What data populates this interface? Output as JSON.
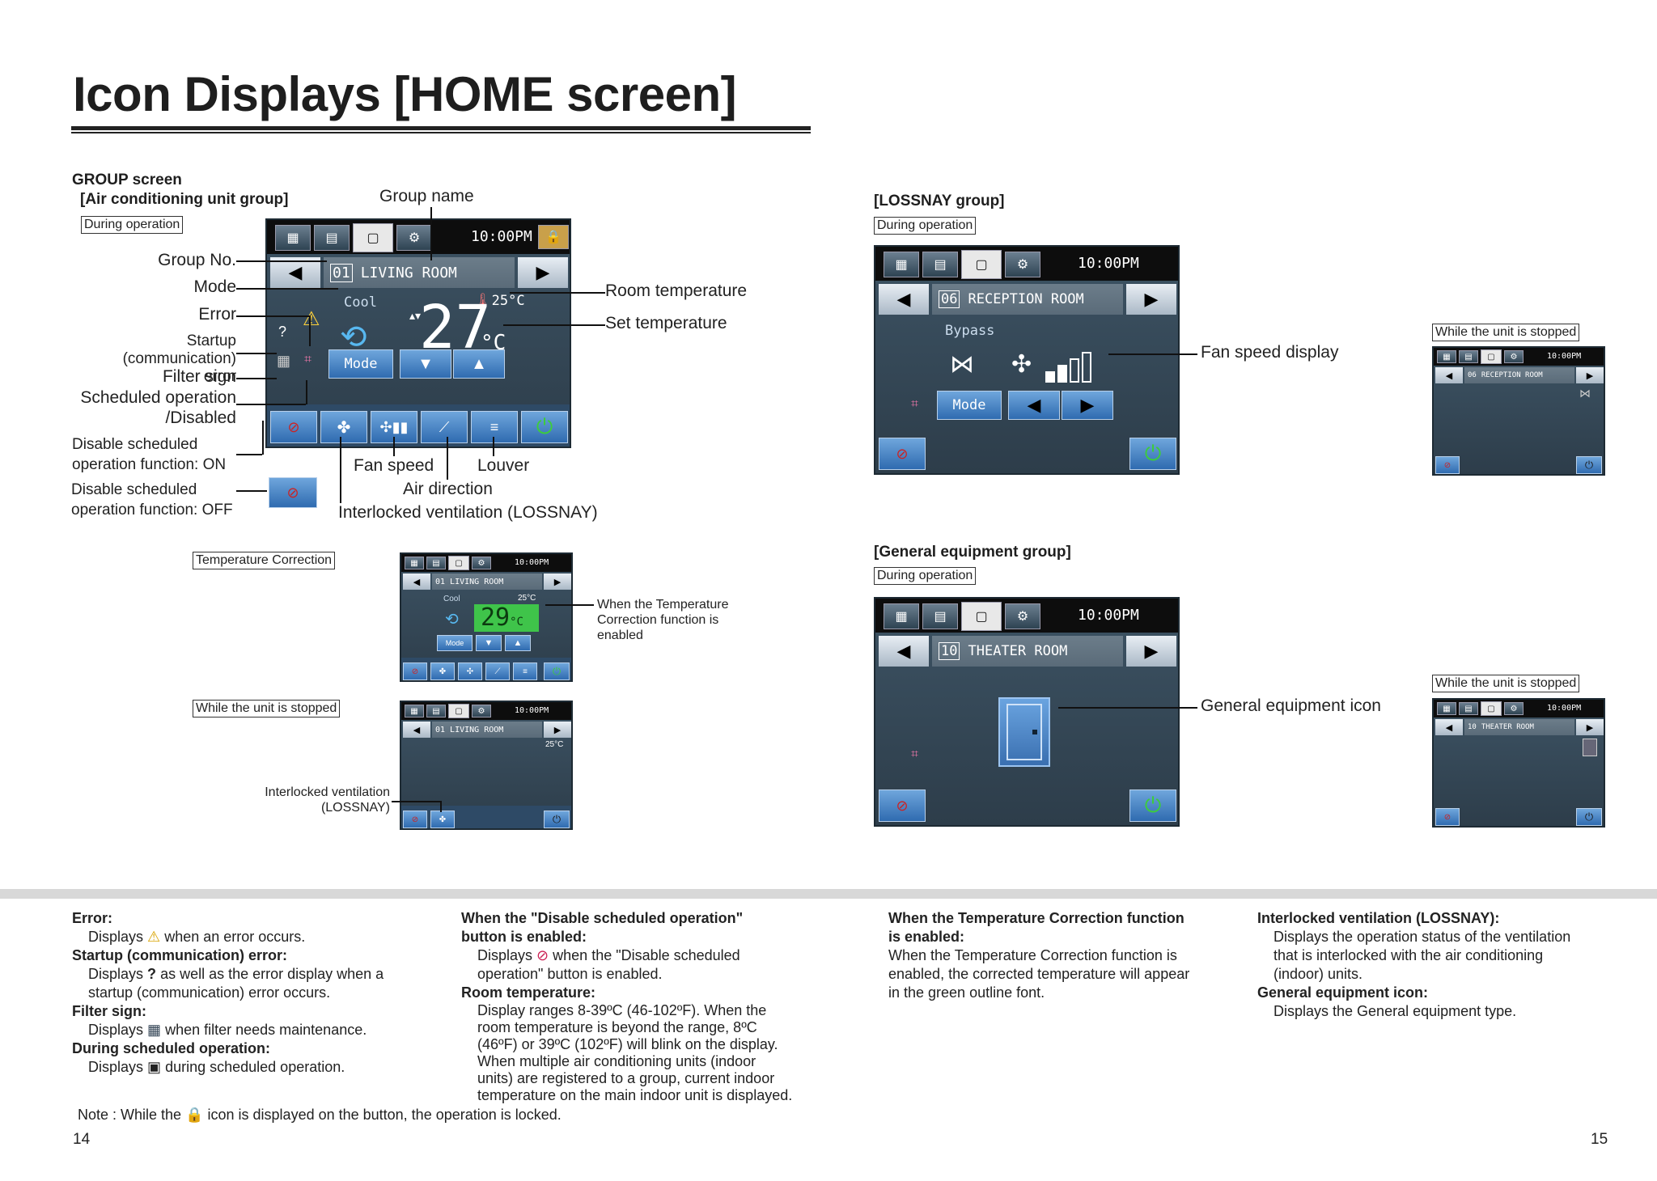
{
  "title": "Icon Displays [HOME screen]",
  "left": {
    "heading1": "GROUP screen",
    "heading2": "[Air conditioning unit group]",
    "during": "During operation",
    "labels": {
      "group_name": "Group name",
      "group_no": "Group No.",
      "mode": "Mode",
      "error": "Error",
      "startup1": "Startup (communication)",
      "startup2": "error",
      "filter": "Filter sign",
      "sched1": "Scheduled operation",
      "sched2": "/Disabled",
      "dis_on1": "Disable scheduled",
      "dis_on2": "operation function: ON",
      "dis_off1": "Disable scheduled",
      "dis_off2": "operation function: OFF",
      "fan": "Fan speed",
      "louver": "Louver",
      "airdir": "Air direction",
      "interlock": "Interlocked ventilation (LOSSNAY)",
      "room": "Room temperature",
      "set": "Set temperature"
    },
    "screen": {
      "clock": "10:00PM",
      "no": "01",
      "name": "LIVING ROOM",
      "mode": "Cool",
      "room_temp": "25",
      "set_temp": "27",
      "unit": "°C",
      "mode_btn": "Mode"
    },
    "tc_box": "Temperature Correction",
    "tc_screen": {
      "clock": "10:00PM",
      "no": "01",
      "name": "LIVING ROOM",
      "mode": "Cool",
      "room_temp": "25°C",
      "set_temp": "29",
      "unit": "°C",
      "mode_btn": "Mode"
    },
    "tc_note1": "When the Temperature",
    "tc_note2": "Correction function is",
    "tc_note3": "enabled",
    "stop_box": "While the unit is stopped",
    "stop_screen": {
      "clock": "10:00PM",
      "no": "01",
      "name": "LIVING ROOM",
      "room_temp": "25°C"
    },
    "stop_label1": "Interlocked ventilation",
    "stop_label2": "(LOSSNAY)"
  },
  "right": {
    "lossnay_heading": "[LOSSNAY group]",
    "during": "During operation",
    "lossnay_screen": {
      "clock": "10:00PM",
      "no": "06",
      "name": "RECEPTION ROOM",
      "mode": "Bypass",
      "mode_btn": "Mode"
    },
    "fan_label": "Fan speed display",
    "stop_box": "While the unit is stopped",
    "lossnay_stop": {
      "clock": "10:00PM",
      "no": "06",
      "name": "RECEPTION ROOM"
    },
    "general_heading": "[General equipment group]",
    "during2": "During operation",
    "general_screen": {
      "clock": "10:00PM",
      "no": "10",
      "name": "THEATER ROOM"
    },
    "general_label": "General equipment icon",
    "stop_box2": "While the unit is stopped",
    "general_stop": {
      "clock": "10:00PM",
      "no": "10",
      "name": "THEATER ROOM"
    }
  },
  "notes": {
    "col1": {
      "error_h": "Error:",
      "error_a": "Displays",
      "error_b": "when an error occurs.",
      "startup_h": "Startup (communication) error:",
      "startup_a": "Displays",
      "startup_b": "as well as the error display when a",
      "startup_c": "startup (communication) error occurs.",
      "filter_h": "Filter sign:",
      "filter_a": "Displays",
      "filter_b": "when filter needs maintenance.",
      "sched_h": "During scheduled operation:",
      "sched_a": "Displays",
      "sched_b": "during scheduled operation."
    },
    "col2": {
      "dis_h1": "When the \"Disable scheduled operation\"",
      "dis_h2": "button is enabled:",
      "dis_a": "Displays",
      "dis_b": "when the \"Disable scheduled",
      "dis_c": "operation\" button is enabled.",
      "room_h": "Room temperature:",
      "room_1": "Display ranges 8-39ºC (46-102ºF). When the",
      "room_2": "room temperature is beyond the range, 8ºC",
      "room_3": "(46ºF) or 39ºC (102ºF) will blink on the display.",
      "room_4": "When multiple air conditioning units (indoor",
      "room_5": "units) are registered to a group, current indoor",
      "room_6": "temperature on the main indoor unit is displayed."
    },
    "col3": {
      "h1": "When the Temperature Correction function",
      "h2": "is enabled:",
      "l1": "When the Temperature Correction function is",
      "l2": "enabled, the corrected temperature will appear",
      "l3": "in the green outline font."
    },
    "col4": {
      "h": "Interlocked ventilation (LOSSNAY):",
      "l1": "Displays the operation status of the ventilation",
      "l2": "that is interlocked with the air conditioning",
      "l3": "(indoor) units.",
      "g_h": "General equipment icon:",
      "g_l": "Displays the General equipment type."
    },
    "note_a": "Note : While the",
    "note_b": "icon is displayed on the button, the operation is locked."
  },
  "pages": {
    "left": "14",
    "right": "15"
  }
}
